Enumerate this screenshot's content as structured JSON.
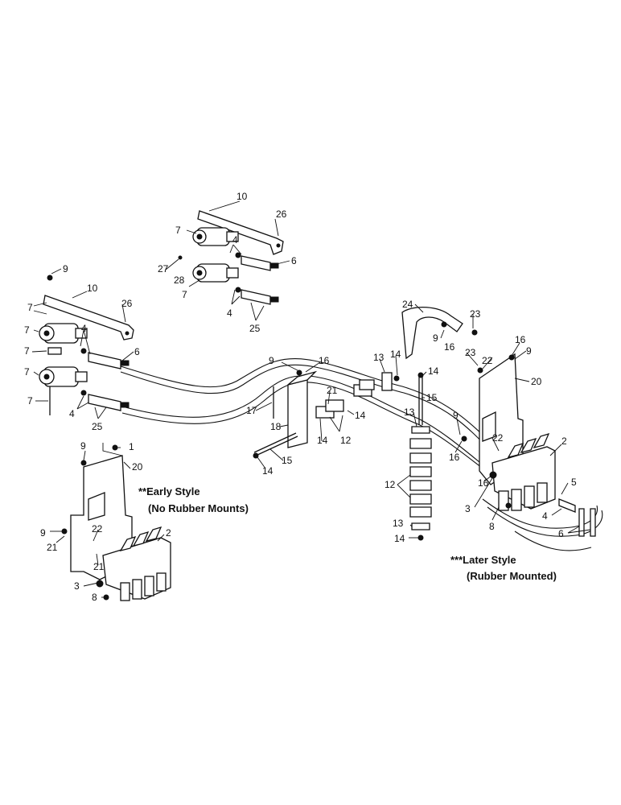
{
  "captions": {
    "early_line1": "**Early Style",
    "early_line2": "(No Rubber Mounts)",
    "later_line1": "***Later Style",
    "later_line2": "(Rubber Mounted)"
  },
  "callouts": [
    "10",
    "26",
    "7",
    "4",
    "6",
    "27",
    "28",
    "7",
    "4",
    "25",
    "9",
    "10",
    "26",
    "7",
    "7",
    "4",
    "7",
    "6",
    "7",
    "7",
    "4",
    "25",
    "24",
    "23",
    "9",
    "16",
    "23",
    "22",
    "16",
    "9",
    "20",
    "9",
    "16",
    "13",
    "14",
    "14",
    "15",
    "17",
    "18",
    "21",
    "14",
    "14",
    "12",
    "13",
    "15",
    "14",
    "12",
    "13",
    "14",
    "9",
    "22",
    "16",
    "2",
    "16",
    "5",
    "3",
    "4",
    "8",
    "6",
    "9",
    "1",
    "20",
    "9",
    "21",
    "22",
    "21",
    "2",
    "3",
    "8"
  ]
}
